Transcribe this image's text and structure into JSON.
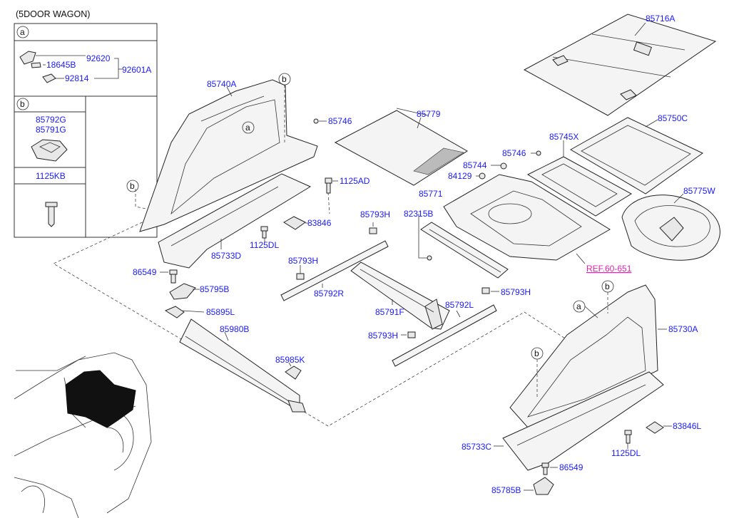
{
  "diagram": {
    "title": "(5DOOR WAGON)",
    "inset_box": {
      "section_a": "a",
      "section_b": "b",
      "a_parts": [
        "18645B",
        "92620",
        "92814",
        "92601A"
      ],
      "b_parts": [
        "85792G",
        "85791G"
      ],
      "b_bolt": "1125KB"
    },
    "callouts": {
      "a1": "a",
      "a2": "a",
      "b1": "b",
      "b2": "b",
      "b3": "b",
      "b4": "b"
    },
    "labels": {
      "p85716A": "85716A",
      "p85740A": "85740A",
      "p85746a": "85746",
      "p85779": "85779",
      "p85750C": "85750C",
      "p85745X": "85745X",
      "p85746b": "85746",
      "p85744": "85744",
      "p84129": "84129",
      "p85775W": "85775W",
      "p1125AD": "1125AD",
      "p85771": "85771",
      "p82315B": "82315B",
      "p83846": "83846",
      "p1125DL": "1125DL",
      "p85733D": "85733D",
      "p85793H_a": "85793H",
      "p85793H_b": "85793H",
      "p86549a": "86549",
      "p85795B": "85795B",
      "p85792R": "85792R",
      "p85791F": "85791F",
      "p85793H_c": "85793H",
      "p85895L": "85895L",
      "p85980B": "85980B",
      "p85792L": "85792L",
      "p85793H_d": "85793H",
      "p85730A": "85730A",
      "p85985K": "85985K",
      "p83846L": "83846L",
      "p85733C": "85733C",
      "p1125DLb": "1125DL",
      "p86549b": "86549",
      "p85785B": "85785B",
      "ref": "REF.60-651"
    }
  },
  "colors": {
    "label_blue": "#1a1aff",
    "ref_magenta": "#e020b0",
    "line": "#222222",
    "part_fill": "#f4f4f4",
    "car_highlight": "#111111"
  }
}
